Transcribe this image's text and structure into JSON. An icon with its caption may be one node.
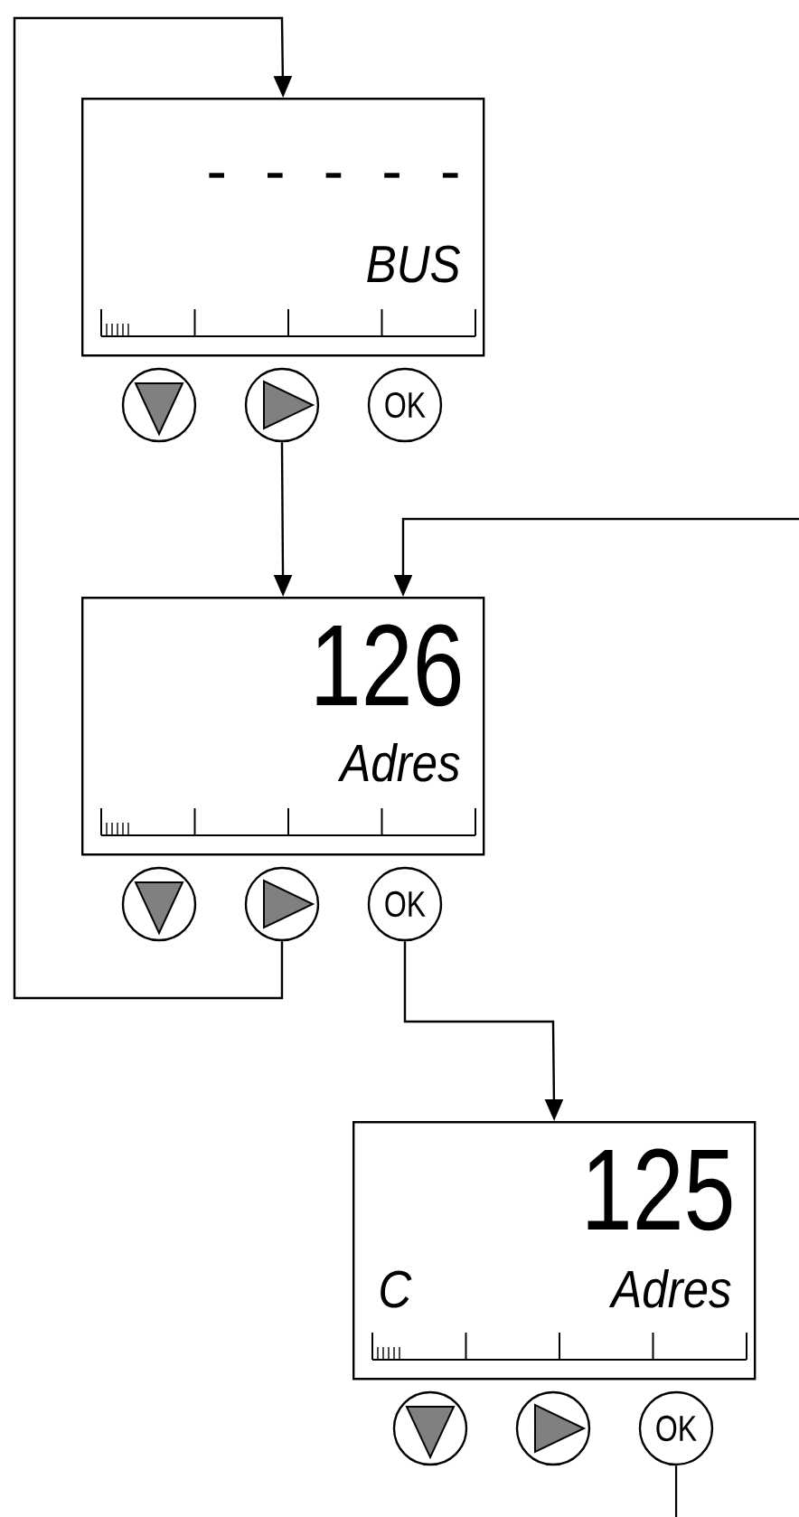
{
  "diagram": {
    "nodes": [
      {
        "text": [
          "- - - - -",
          "BUS"
        ]
      },
      {
        "text": [],
        "shape": "circle"
      },
      {
        "text": [],
        "shape": "circle"
      },
      {
        "text": [
          "OK"
        ]
      },
      {
        "text": [
          "126",
          "Adres"
        ]
      },
      {
        "text": [],
        "shape": "circle"
      },
      {
        "text": [],
        "shape": "circle"
      },
      {
        "text": [
          "OK"
        ]
      },
      {
        "text": [
          "125",
          "C",
          "Adres"
        ]
      },
      {
        "text": [],
        "shape": "circle"
      },
      {
        "text": [],
        "shape": "circle"
      },
      {
        "text": [
          "OK"
        ]
      }
    ],
    "edges": [
      {
        "from": 6,
        "to": 0,
        "arrow": "to"
      },
      {
        "from": 2,
        "to": 4,
        "arrow": "to"
      },
      {
        "from": null,
        "to": 4,
        "arrow": "to"
      },
      {
        "from": 7,
        "to": 8,
        "arrow": "to"
      },
      {
        "from": 11,
        "to": null,
        "arrow": "none"
      }
    ]
  }
}
